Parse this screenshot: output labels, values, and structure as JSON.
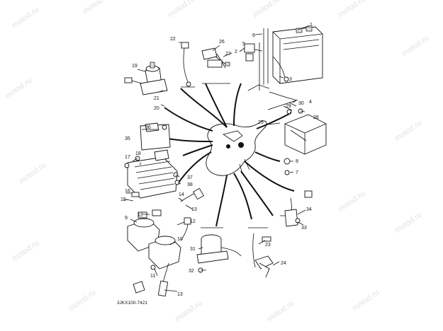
{
  "watermark": "motod.ru",
  "diagram_code": "3JKX100-7421",
  "callouts": {
    "n1": "1",
    "n2": "2",
    "n3": "3",
    "n4": "4",
    "n5": "5",
    "n6": "6",
    "n7": "7",
    "n8": "8",
    "n9": "9",
    "n10": "10",
    "n11": "11",
    "n12a": "12",
    "n12b": "12",
    "n13a": "13",
    "n13b": "13",
    "n14": "14",
    "n15": "15",
    "n16": "16",
    "n17": "17",
    "n18": "18",
    "n19": "19",
    "n20": "20",
    "n21": "21",
    "n22": "22",
    "n23": "23",
    "n24": "24",
    "n25": "25",
    "n26": "26",
    "n27": "27",
    "n28": "28",
    "n29": "29",
    "n30": "30",
    "n31": "31",
    "n32": "32",
    "n33": "33",
    "n34": "34",
    "n35": "35",
    "n36": "36",
    "n37": "37",
    "n38": "38"
  }
}
